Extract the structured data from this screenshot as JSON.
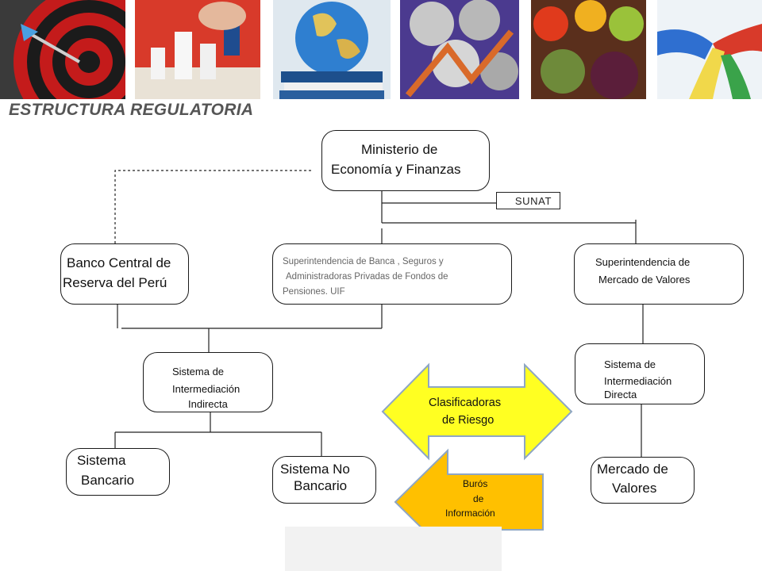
{
  "header": {
    "title": "ESTRUCTURA REGULATORIA",
    "photos": [
      "dartboard-photo",
      "chess-photo",
      "globe-photo",
      "coins-photo",
      "vegetables-photo",
      "hands-photo"
    ]
  },
  "nodes": {
    "mef": {
      "line1": "Ministerio de",
      "line2": "Economía y  Finanzas"
    },
    "sunat": "SUNAT",
    "bcrp": {
      "line1": "Banco Central de",
      "line2": "Reserva del Perú"
    },
    "sbs": {
      "line1": "Superintendencia  de Banca , Seguros y",
      "line2": "Administradoras Privadas de Fondos de",
      "line3": "Pensiones. UIF"
    },
    "smv": {
      "line1": "Superintendencia  de",
      "line2": "Mercado de Valores"
    },
    "sii": {
      "line1": "Sistema de",
      "line2": "Intermediación",
      "line3": "Indirecta"
    },
    "sid": {
      "line1": "Sistema de",
      "line2": "Intermediación",
      "line3": "Directa"
    },
    "bancario": {
      "line1": "Sistema",
      "line2": "Bancario"
    },
    "nobancario": {
      "line1": "Sistema No",
      "line2": "Bancario"
    },
    "mercado": {
      "line1": "Mercado de",
      "line2": "Valores"
    }
  },
  "arrows": {
    "clasificadoras": {
      "line1": "Clasificadoras",
      "line2": "de Riesgo",
      "color": "#ffff22"
    },
    "buros": {
      "line1": "Burós",
      "line2": "de",
      "line3": "Información",
      "color": "#ffc000"
    }
  }
}
